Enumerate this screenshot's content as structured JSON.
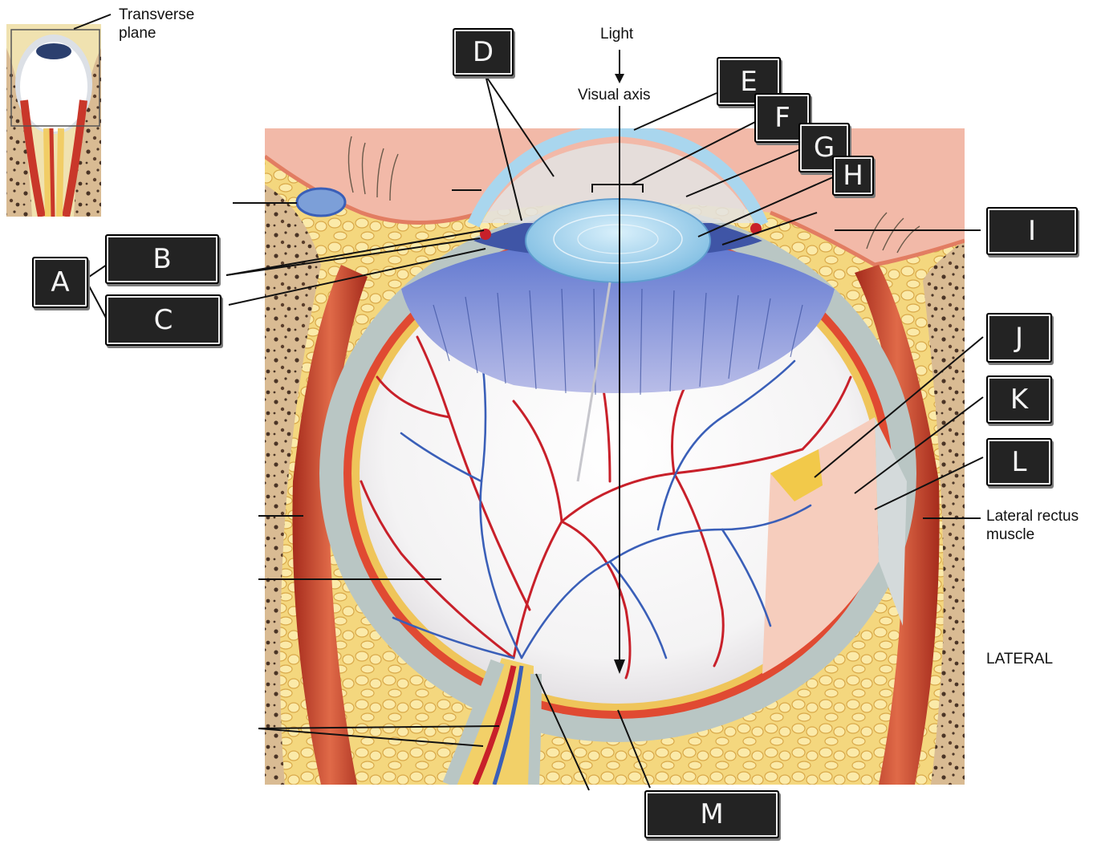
{
  "inset": {
    "caption": "Transverse\nplane"
  },
  "captions": {
    "light": "Light",
    "visual_axis": "Visual axis",
    "lateral_rectus": "Lateral rectus\nmuscle",
    "lateral": "LATERAL"
  },
  "label_boxes": [
    "A",
    "B",
    "C",
    "D",
    "E",
    "F",
    "G",
    "H",
    "I",
    "J",
    "K",
    "L",
    "M"
  ],
  "colors": {
    "label_box": "#232323",
    "fat": "#f3d27a",
    "bone": "#d7b98f",
    "sclera": "#b8c6c4",
    "choroid": "#d94a35",
    "retina": "#f0c860",
    "vessel_red": "#c8202a",
    "vessel_blue": "#3a5fb8",
    "ciliary": "#5a74c9",
    "cornea": "#bfe2f2",
    "lens": "#8ec6e6",
    "muscle": "#c8412a",
    "skin": "#f2b9a8"
  }
}
